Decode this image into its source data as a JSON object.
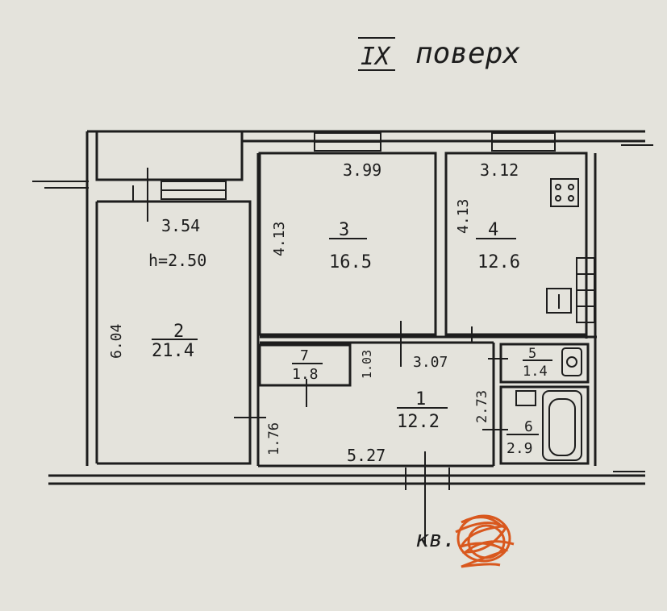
{
  "floor_label": {
    "number": "IX",
    "word": "поверх"
  },
  "rooms": [
    {
      "number": "2",
      "area": "21.4",
      "width": "3.54",
      "length": "6.04",
      "height": "h=2.50"
    },
    {
      "number": "3",
      "area": "16.5",
      "width": "3.99",
      "length": "4.13"
    },
    {
      "number": "4",
      "area": "12.6",
      "width": "3.12",
      "length": "4.13"
    },
    {
      "number": "1",
      "area": "12.2",
      "width": "5.27",
      "length": "1.76",
      "extra_width": "3.07",
      "extra_length": "2.73"
    },
    {
      "number": "7",
      "area": "1.8",
      "length": "1.03"
    },
    {
      "number": "5",
      "area": "1.4"
    },
    {
      "number": "6",
      "area": "2.9"
    }
  ],
  "apartment_label": "кв.",
  "colors": {
    "paper": "#e4e3dc",
    "ink": "#1d1d1d",
    "redaction": "#d9581e"
  },
  "icons": [
    "stove-icon",
    "radiator-icon",
    "bathtub-icon",
    "toilet-icon",
    "sink-icon",
    "window-icon"
  ]
}
